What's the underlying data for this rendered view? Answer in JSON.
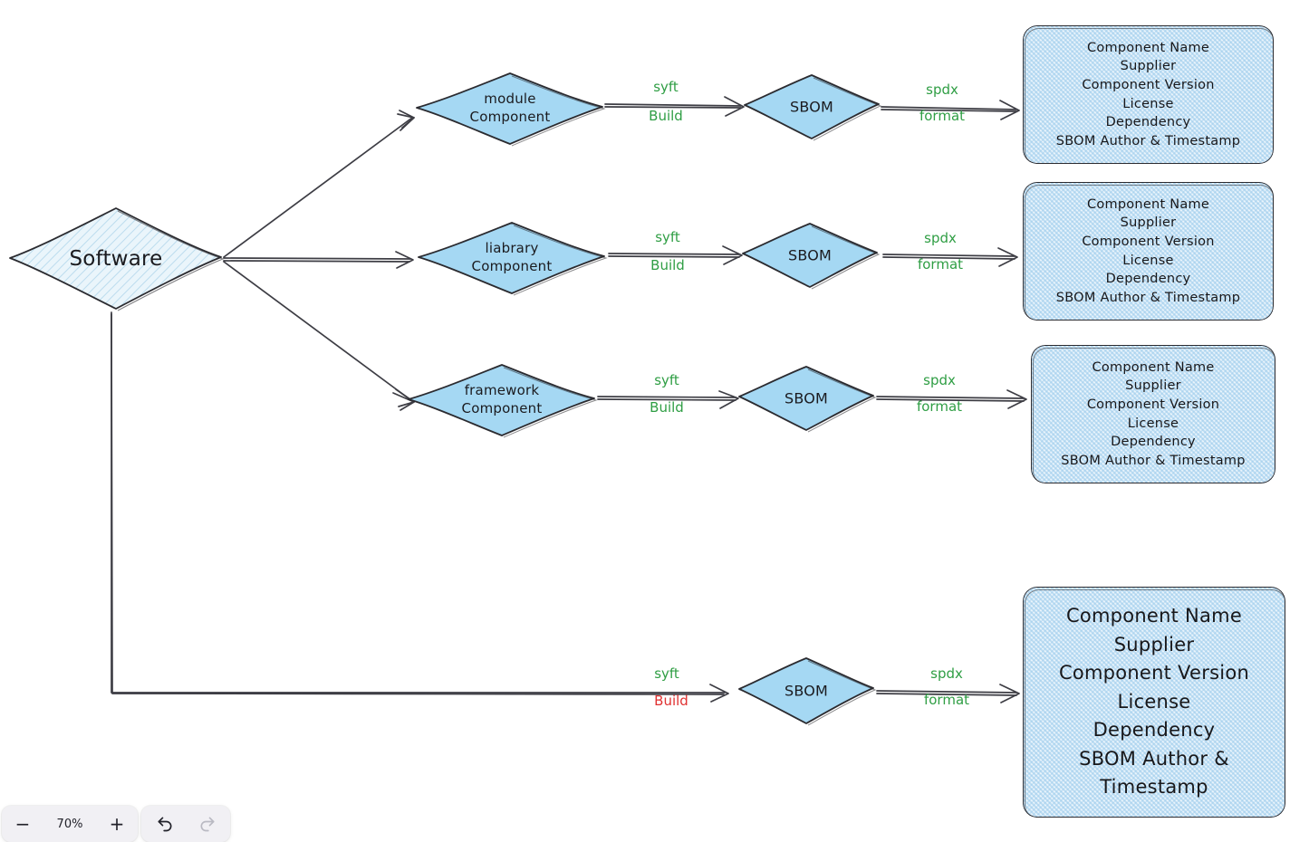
{
  "canvas": {
    "background": "#ffffff",
    "node_fill": "#a5d8f3",
    "hatch_fill": "#e8f3fb",
    "stroke": "#2b2b30",
    "label_green": "#2f9e44",
    "label_red": "#e03131"
  },
  "nodes": {
    "root": {
      "label": "Software"
    },
    "components": [
      {
        "label": "module\nComponent"
      },
      {
        "label": "liabrary\nComponent"
      },
      {
        "label": "framework\nComponent"
      }
    ],
    "sboms": [
      {
        "label": "SBOM"
      },
      {
        "label": "SBOM"
      },
      {
        "label": "SBOM"
      },
      {
        "label": "SBOM"
      }
    ],
    "outputs": [
      {
        "text": "Component Name\nSupplier\nComponent Version\nLicense\nDependency\nSBOM Author & Timestamp"
      },
      {
        "text": "Component Name\nSupplier\nComponent Version\nLicense\nDependency\nSBOM Author & Timestamp"
      },
      {
        "text": "Component Name\nSupplier\nComponent Version\nLicense\nDependency\nSBOM Author & Timestamp"
      },
      {
        "text": "Component Name\nSupplier\nComponent Version\nLicense\nDependency\nSBOM Author &\nTimestamp"
      }
    ]
  },
  "edge_labels": {
    "build": [
      {
        "top": "syft",
        "bottom": "Build",
        "bottom_color": "green"
      },
      {
        "top": "syft",
        "bottom": "Build",
        "bottom_color": "green"
      },
      {
        "top": "syft",
        "bottom": "Build",
        "bottom_color": "green"
      },
      {
        "top": "syft",
        "bottom": "Build",
        "bottom_color": "red"
      }
    ],
    "format": [
      {
        "top": "spdx",
        "bottom": "format"
      },
      {
        "top": "spdx",
        "bottom": "format"
      },
      {
        "top": "spdx",
        "bottom": "format"
      },
      {
        "top": "spdx",
        "bottom": "format"
      }
    ]
  },
  "toolbar": {
    "zoom_out_label": "−",
    "zoom_value": "70%",
    "zoom_in_label": "+",
    "undo_label": "undo",
    "redo_label": "redo"
  }
}
